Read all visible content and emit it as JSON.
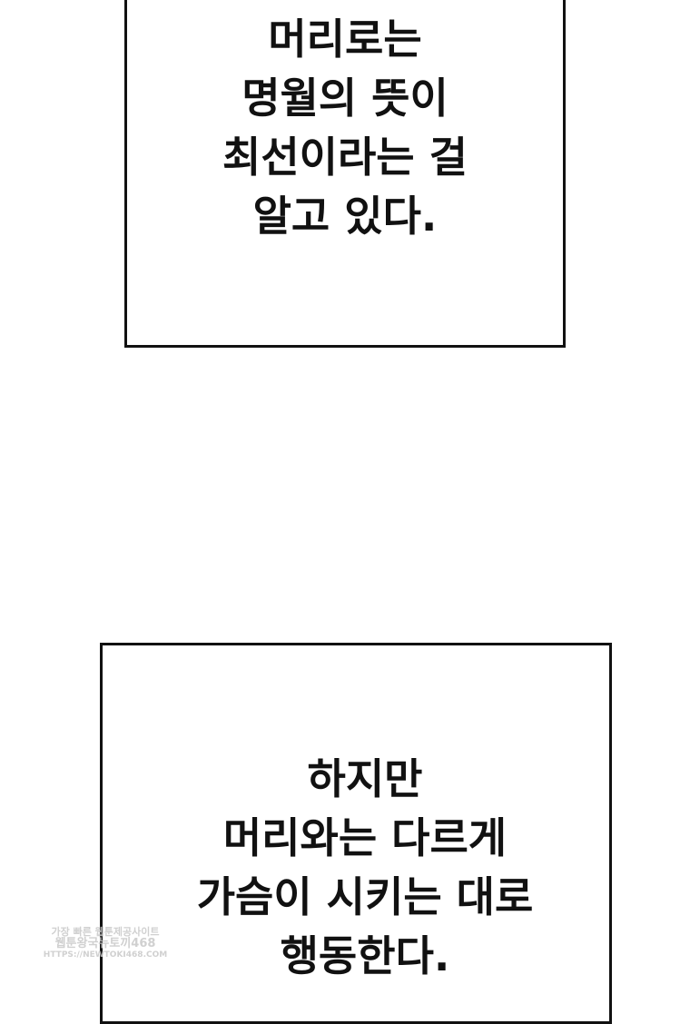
{
  "panels": [
    {
      "lines": [
        "머리로는",
        "명월의 뜻이",
        "최선이라는 걸",
        "알고 있다."
      ]
    },
    {
      "lines": [
        "하지만",
        "머리와는 다르게",
        "가슴이 시키는 대로",
        "행동한다."
      ]
    }
  ],
  "watermark": {
    "line1": "가장 빠른 웹툰제공사이트",
    "line2": "웹툰왕국뉴토끼468",
    "line3": "HTTPS://NEWTOKI468.COM"
  }
}
